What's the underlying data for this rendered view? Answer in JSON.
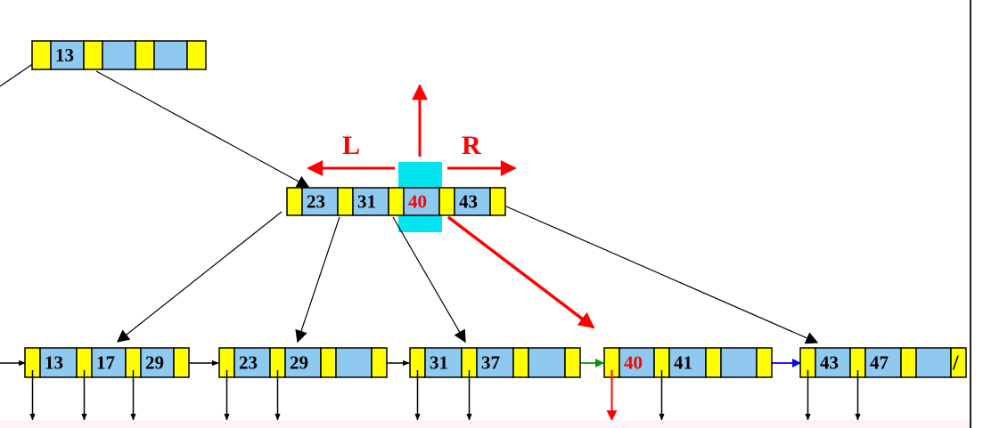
{
  "colors": {
    "pointer_slot": "#ffff00",
    "key_slot": "#8ec9f0",
    "outline": "#000000",
    "highlight": "#00e5f0",
    "red": "#ff0000",
    "green": "#009900",
    "blue": "#0000ff"
  },
  "root_node": {
    "keys": [
      "13",
      "",
      ""
    ]
  },
  "internal_node": {
    "keys": [
      "23",
      "31",
      "40",
      "43"
    ],
    "highlighted_key": "40"
  },
  "leaves": [
    {
      "keys": [
        "13",
        "17",
        "29"
      ]
    },
    {
      "keys": [
        "23",
        "29",
        ""
      ]
    },
    {
      "keys": [
        "31",
        "37",
        ""
      ]
    },
    {
      "keys": [
        "40",
        "41",
        ""
      ],
      "highlighted_key": "40"
    },
    {
      "keys": [
        "43",
        "47",
        ""
      ],
      "terminator": "/"
    }
  ],
  "direction_labels": {
    "left": "L",
    "right": "R"
  }
}
